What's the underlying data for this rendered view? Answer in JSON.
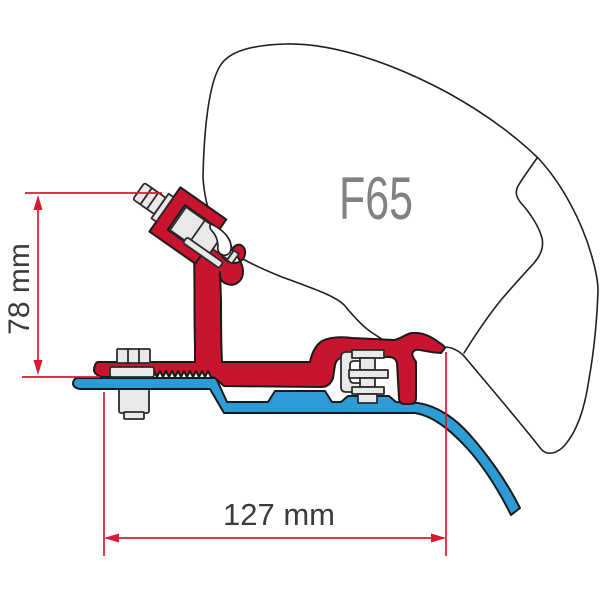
{
  "diagram": {
    "product_label": "F65",
    "dimensions": {
      "height": "78 mm",
      "width": "127 mm"
    },
    "colors": {
      "adapter_red": "#c8142f",
      "rail_blue": "#2d9bd5",
      "dimension_red": "#d91931",
      "case_outline": "#231f20",
      "hardware_gray": "#e9e9e9",
      "label_gray": "#808184",
      "text_dark": "#3b3b3d"
    }
  }
}
